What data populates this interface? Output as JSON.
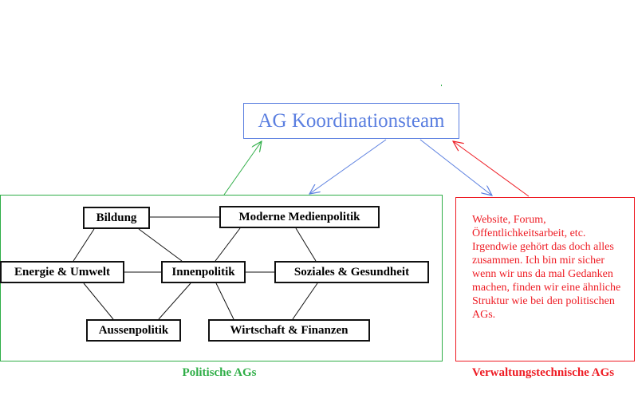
{
  "coordination": {
    "title": "AG Koordinationsteam"
  },
  "political": {
    "label": "Politische AGs",
    "nodes": {
      "bildung": "Bildung",
      "medien": "Moderne Medienpolitik",
      "energie": "Energie & Umwelt",
      "innen": "Innenpolitik",
      "sozial": "Soziales & Gesundheit",
      "aussen": "Aussenpolitik",
      "wirtschaft": "Wirtschaft & Finanzen"
    }
  },
  "administrative": {
    "label": "Verwaltungstechnische AGs",
    "description": "Website, Forum, Öffentlichkeitsarbeit, etc. Irgendwie gehört das doch alles zusammen. Ich bin mir sicher wenn wir uns da mal Gedanken machen, finden wir eine ähnliche Struktur wie bei den politischen AGs."
  },
  "colors": {
    "coordination": "#5b7fe0",
    "political": "#2fae47",
    "administrative": "#ee1c24",
    "node_border": "#111111"
  }
}
